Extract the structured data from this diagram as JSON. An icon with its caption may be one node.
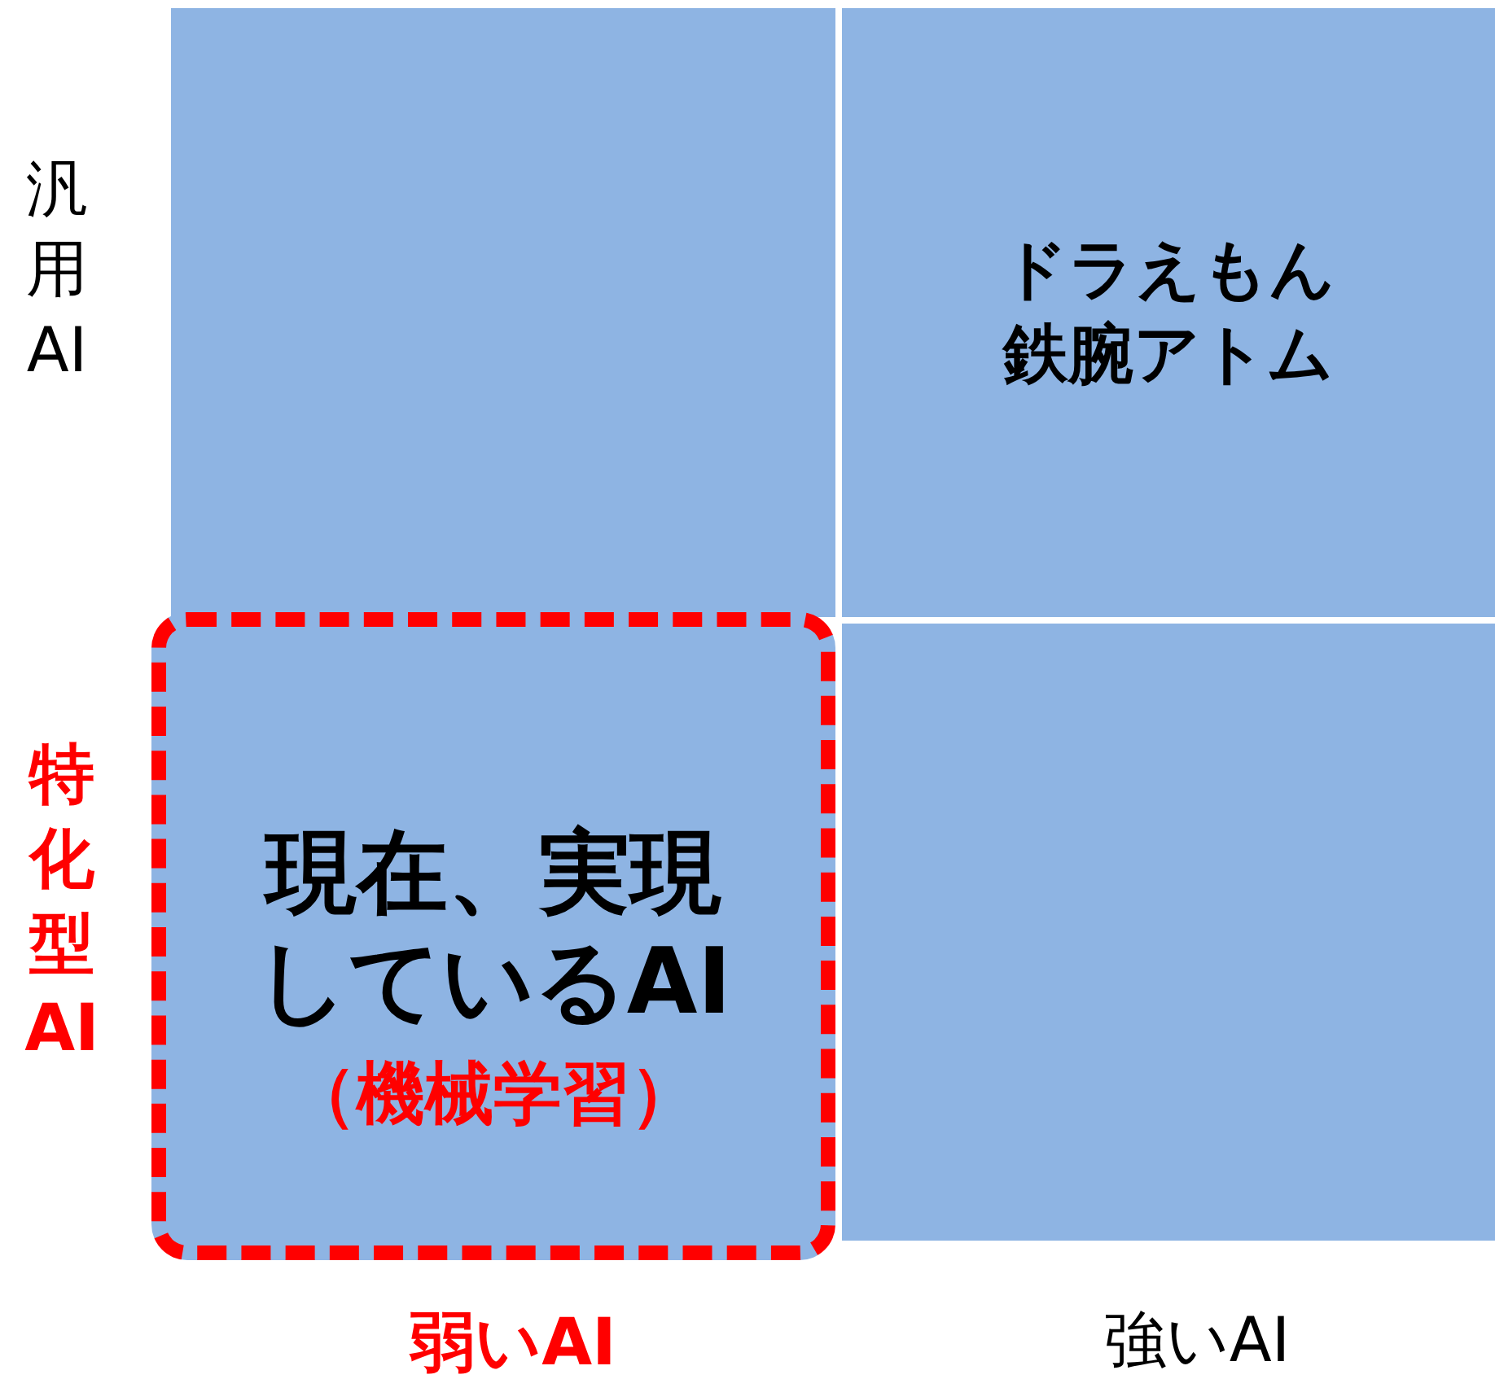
{
  "diagram": {
    "nodes": [
      {
        "text": [],
        "shape": "box"
      },
      {
        "text": [
          "ドラえもん",
          "鉄腕アトム"
        ]
      },
      {
        "text": [
          "現在、実現しているAI",
          "（機械学習）"
        ]
      },
      {
        "text": [],
        "shape": "box"
      }
    ],
    "labels": [
      "汎用AI",
      "特化型AI",
      "弱いAI",
      "強いAI"
    ]
  }
}
